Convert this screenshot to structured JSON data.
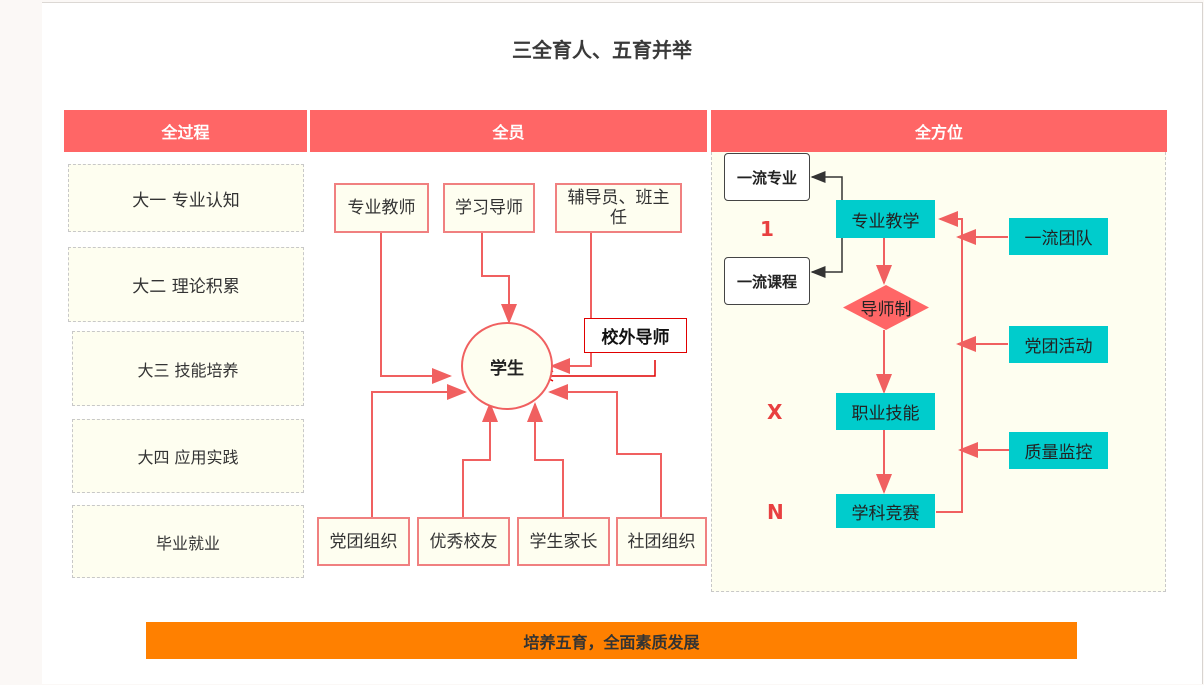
{
  "title": "三全育人、五育并举",
  "headers": [
    "全过程",
    "全员",
    "全方位"
  ],
  "stages": [
    "大一 专业认知",
    "大二  理论积累",
    "大三  技能培养",
    "大四  应用实践",
    "毕业就业"
  ],
  "staff": {
    "top": [
      "专业教师",
      "学习导师",
      "辅导员、班主任"
    ],
    "external": "校外导师",
    "center": "学生",
    "bottom": [
      "党团组织",
      "优秀校友",
      "学生家长",
      "社团组织"
    ]
  },
  "all_around": {
    "outcomes": [
      "一流专业",
      "一流课程"
    ],
    "flow": [
      "专业教学",
      "导师制",
      "职业技能",
      "学科竞赛"
    ],
    "supports": [
      "一流团队",
      "党团活动",
      "质量监控"
    ],
    "labels": [
      "1",
      "X",
      "N"
    ]
  },
  "footer": "培养五育，全面素质发展",
  "colors": {
    "header": "#ff6666",
    "teal": "#00cccc",
    "footer": "#ff8000",
    "arrow": "#f06060"
  }
}
